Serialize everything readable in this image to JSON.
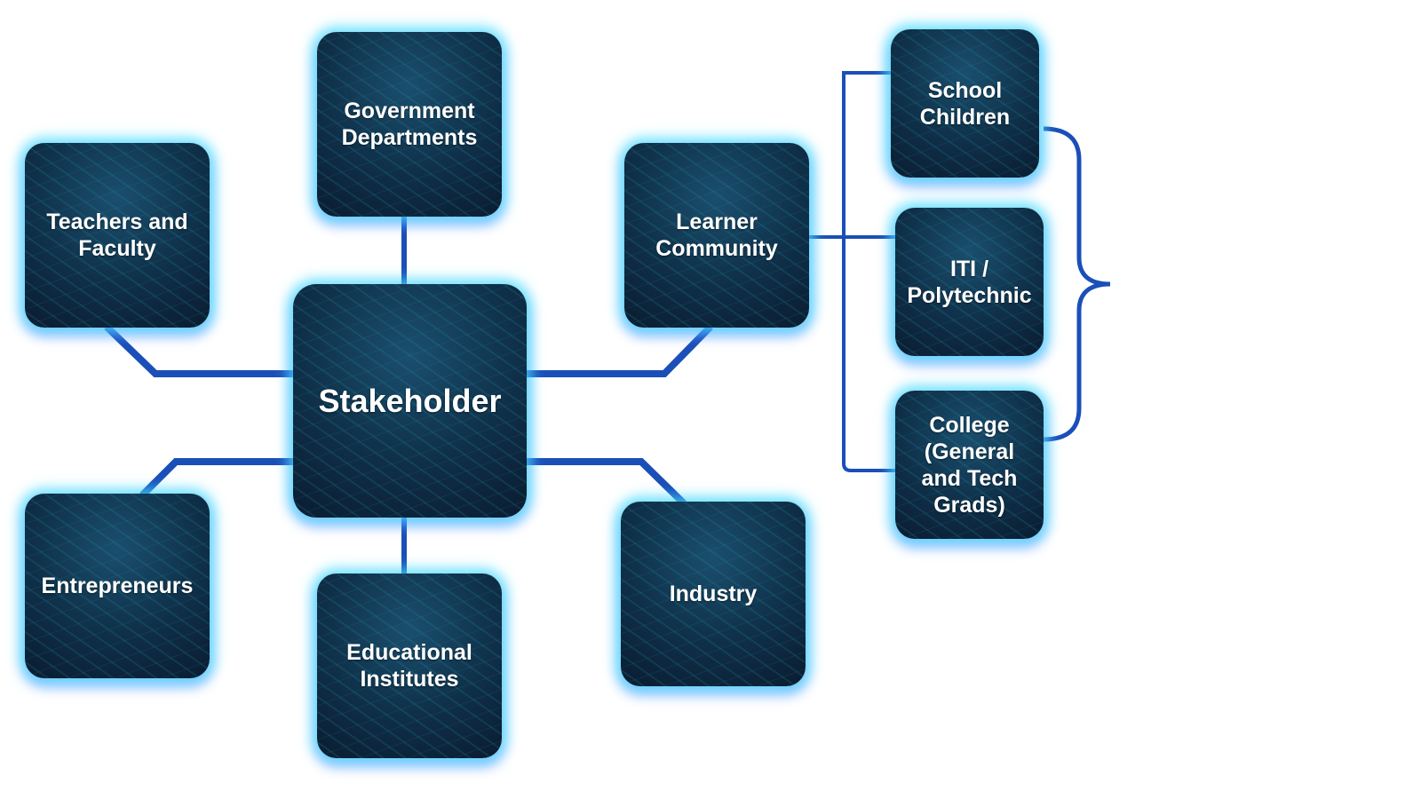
{
  "title": "Stakeholder",
  "nodes": {
    "center": "Stakeholder",
    "government": "Government Departments",
    "teachers": "Teachers and Faculty",
    "learner": "Learner Community",
    "entrepreneurs": "Entrepreneurs",
    "educational": "Educational Institutes",
    "industry": "Industry",
    "school": "School Children",
    "iti": "ITI / Polytechnic",
    "college": "College (General and Tech Grads)"
  },
  "colors": {
    "connector": "#1b4fb8",
    "node_glow": "#46dcff",
    "node_bg": "#0f2f48"
  }
}
